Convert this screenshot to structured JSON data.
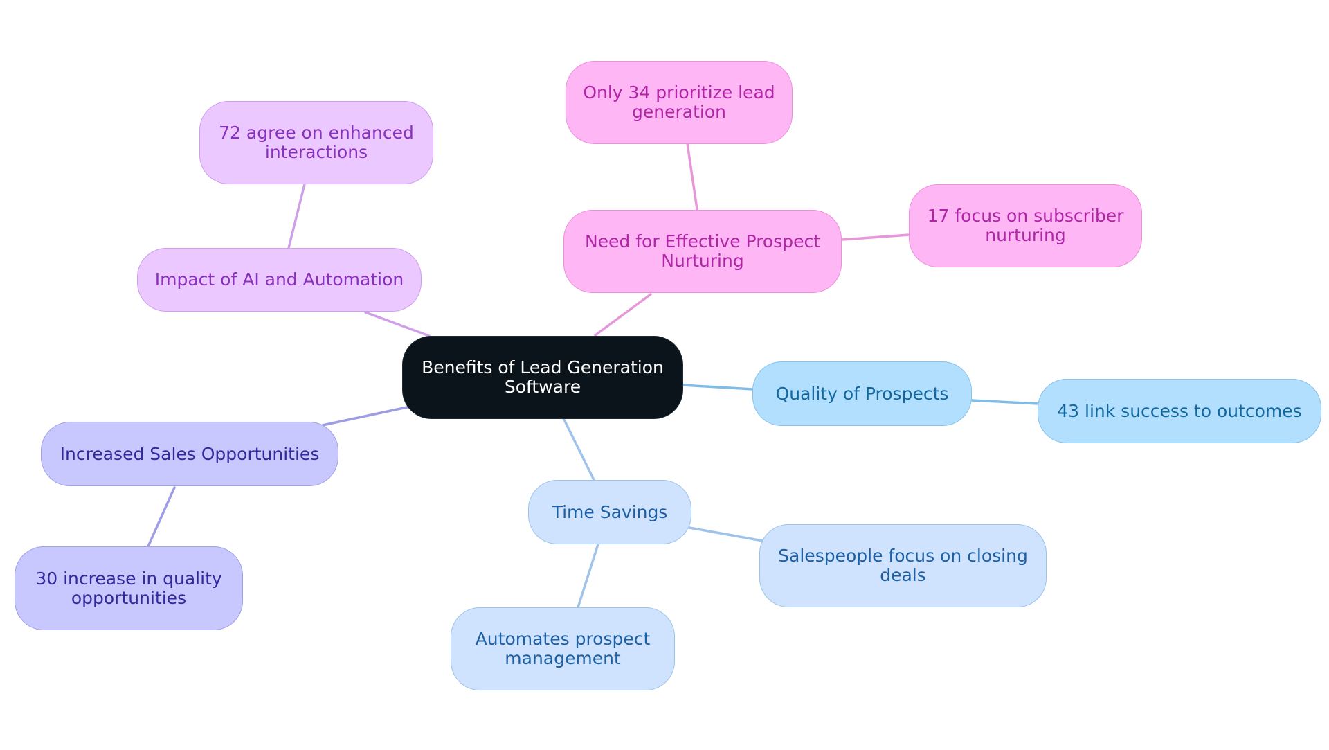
{
  "mindmap": {
    "center": "Benefits of Lead Generation Software",
    "colors": {
      "pink_edge": "#e796da",
      "purple_edge": "#cfa0e8",
      "indigo_edge": "#9d9de6",
      "skyblue_edge": "#7fbde6",
      "lightblue_edge": "#a0c3ea"
    },
    "branches": {
      "need_nurturing": {
        "label": "Need for Effective Prospect Nurturing",
        "children": {
          "lead_generation": "Only 34 prioritize lead generation",
          "subscriber_nurturing": "17 focus on subscriber nurturing"
        }
      },
      "ai_automation": {
        "label": "Impact of AI and Automation",
        "children": {
          "enhanced_interactions": "72 agree on enhanced interactions"
        }
      },
      "sales_opportunities": {
        "label": "Increased Sales Opportunities",
        "children": {
          "quality_opportunities": "30 increase in quality opportunities"
        }
      },
      "quality_prospects": {
        "label": "Quality of Prospects",
        "children": {
          "success_outcomes": "43 link success to outcomes"
        }
      },
      "time_savings": {
        "label": "Time Savings",
        "children": {
          "closing_deals": "Salespeople focus on closing deals",
          "prospect_management": "Automates prospect management"
        }
      }
    }
  }
}
